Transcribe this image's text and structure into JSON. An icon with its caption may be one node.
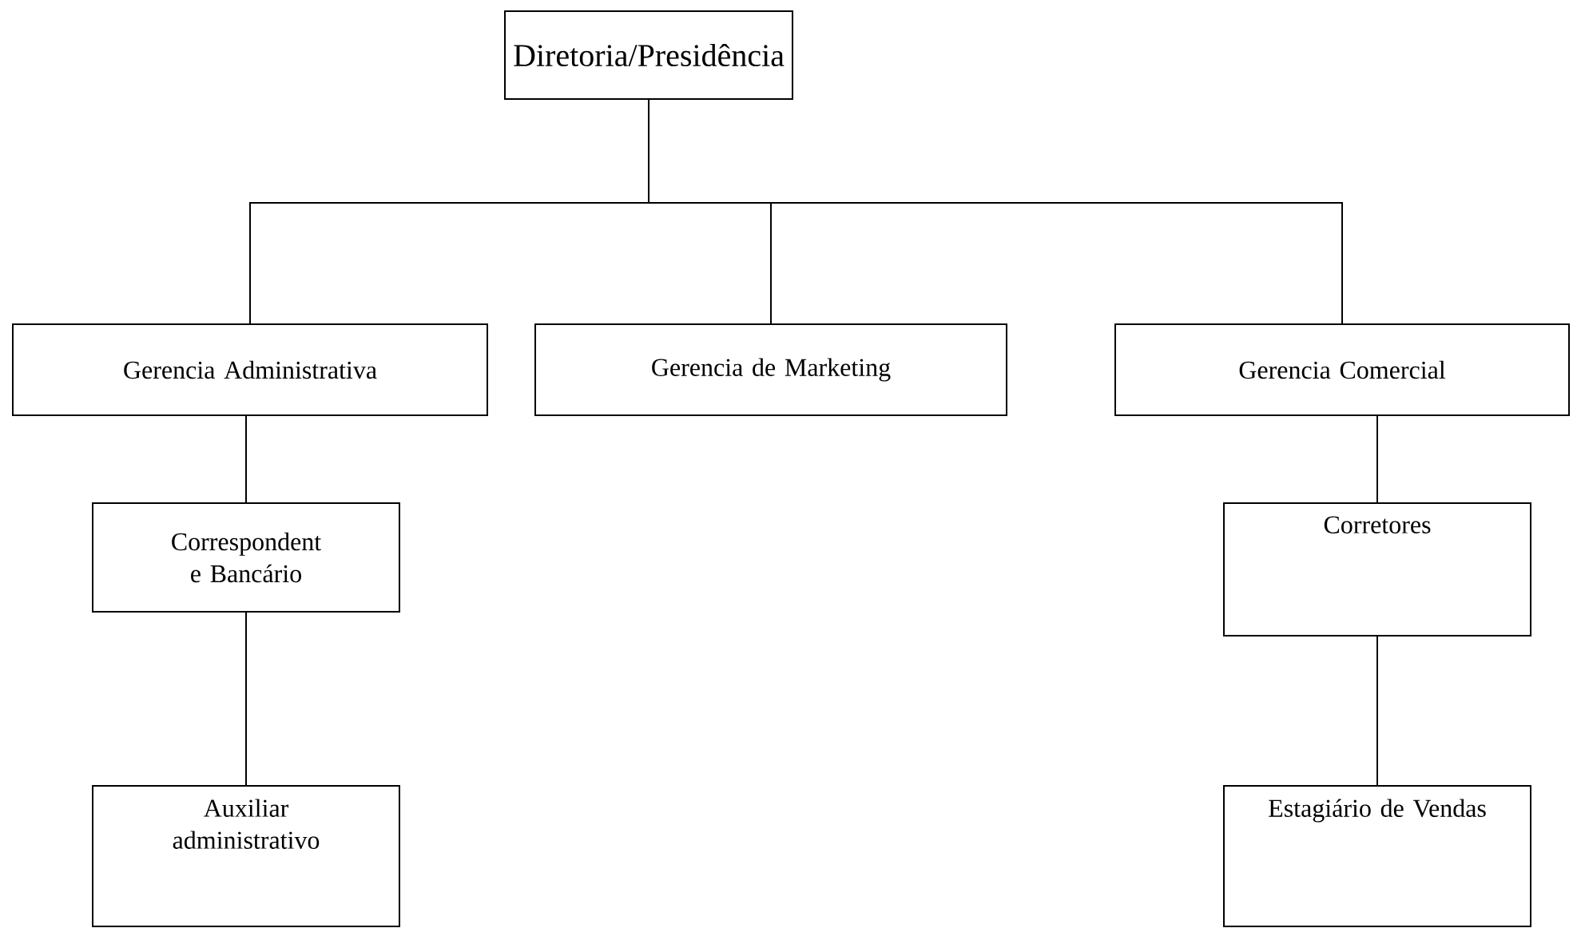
{
  "diagram": {
    "nodes": [
      {
        "text": [
          "Diretoria/Presidência"
        ]
      },
      {
        "text": [
          "Gerencia Administrativa"
        ]
      },
      {
        "text": [
          "Gerencia de Marketing"
        ]
      },
      {
        "text": [
          "Gerencia Comercial"
        ]
      },
      {
        "text": [
          "Correspondent e Bancário"
        ]
      },
      {
        "text": [
          "Corretores"
        ]
      },
      {
        "text": [
          "Auxiliar administrativo"
        ]
      },
      {
        "text": [
          "Estagiário de Vendas"
        ]
      }
    ],
    "edges": [
      {
        "from": 0,
        "to": 1,
        "arrow": "none"
      },
      {
        "from": 0,
        "to": 2,
        "arrow": "none"
      },
      {
        "from": 0,
        "to": 3,
        "arrow": "none"
      },
      {
        "from": 1,
        "to": 4,
        "arrow": "none"
      },
      {
        "from": 4,
        "to": 6,
        "arrow": "none"
      },
      {
        "from": 3,
        "to": 5,
        "arrow": "none"
      },
      {
        "from": 5,
        "to": 7,
        "arrow": "none"
      }
    ]
  }
}
